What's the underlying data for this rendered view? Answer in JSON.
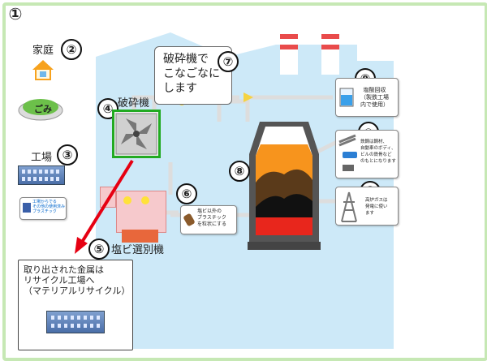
{
  "numbers": {
    "n1": "①",
    "n2": "②",
    "n3": "③",
    "n4": "④",
    "n5": "⑤",
    "n6": "⑥",
    "n7": "⑦",
    "n8": "⑧",
    "n9": "⑨",
    "n10": "⑩",
    "n11": "⑪"
  },
  "labels": {
    "home": "家庭",
    "factory": "工場",
    "crusher": "破砕機",
    "pvc_sorter": "塩ビ選別機",
    "trash_bag": "ごみ",
    "factory_card": "工場からでる\nその他の使用済み\nプラスチック"
  },
  "bubbles": {
    "crusher_note": "破砕機で\nこなごなに\nします",
    "metal_note": "取り出された金属は\nリサイクル工場へ\n（マテリアルリサイクル）"
  },
  "cards": {
    "pellet": "塩ビ以外の\nプラスチック\nを粒状にする",
    "hcl": "塩酸回収\n（製鉄工場\n内で使用）",
    "steel": "鉄鋼は鋼材、\n自動車のボディ、\nビルの鉄骨など\nのもとになります",
    "gas": "高炉ガスは\n発電に使い\nます"
  },
  "colors": {
    "background": "#cde9f8",
    "frame": "#c6e8b4",
    "furnace_fire": "#f7941d",
    "furnace_molten": "#e8261c",
    "arrow": "#e60012",
    "crusher_frame": "#22aa22",
    "pipe": "#dddddd",
    "sorter": "#f6c9cc"
  }
}
